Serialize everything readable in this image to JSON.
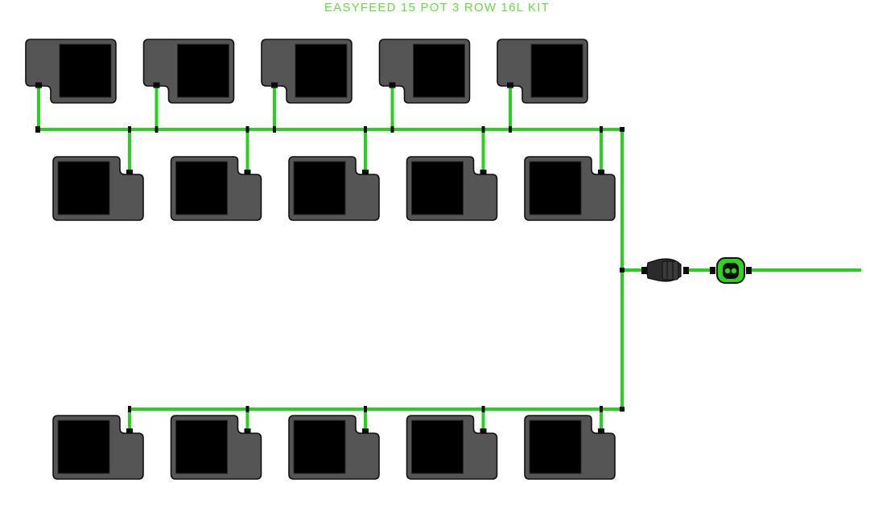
{
  "title": "EASYFEED 15 POT 3 ROW 16L KIT",
  "colors": {
    "tube": "#29d11f",
    "tube_stroke": "#1a9c12",
    "pot_body": "#555555",
    "pot_outline": "#111111",
    "pot_inner": "#000000",
    "fitting": "#0b0b0b",
    "title": "#6ad64a",
    "filter_body": "#2b2b2b",
    "pump_body": "#32d11f"
  },
  "rows": [
    {
      "name": "top-row",
      "pot_count": 5,
      "orientation": "inlet-bottom-left"
    },
    {
      "name": "middle-row",
      "pot_count": 5,
      "orientation": "inlet-top-right"
    },
    {
      "name": "bottom-row",
      "pot_count": 5,
      "orientation": "inlet-top-right"
    }
  ],
  "components": {
    "filter": "filter-icon",
    "pump": "pump-icon"
  }
}
